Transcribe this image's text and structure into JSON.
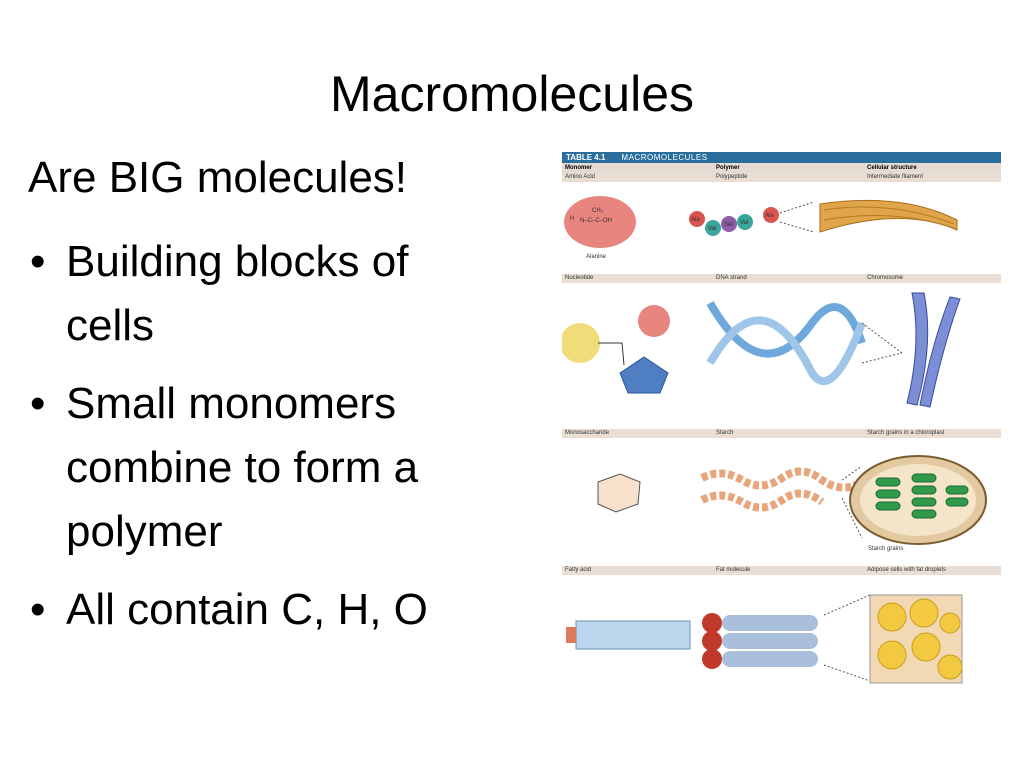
{
  "slide": {
    "title": "Macromolecules",
    "intro": "Are BIG molecules!",
    "bullets": [
      "Building blocks of cells",
      "Small monomers combine to form a polymer",
      "All contain C, H, O"
    ],
    "bullet_glyph": "•"
  },
  "figure": {
    "table_label": "TABLE 4.1",
    "table_title": "MACROMOLECULES",
    "columns": [
      "Monomer",
      "Polymer",
      "Cellular structure"
    ],
    "rows": [
      {
        "monomer": "Amino Acid",
        "polymer": "Polypeptide",
        "structure": "Intermediate filament",
        "caption": "Alanine",
        "beads": [
          "Ala",
          "Val",
          "Ser",
          "Val",
          "Ala"
        ]
      },
      {
        "monomer": "Nucleotide",
        "polymer": "DNA strand",
        "structure": "Chromosome"
      },
      {
        "monomer": "Monosaccharide",
        "polymer": "Starch",
        "structure": "Starch grains in a chloroplast",
        "caption": "Starch grains"
      },
      {
        "monomer": "Fatty acid",
        "polymer": "Fat molecule",
        "structure": "Adipose cells with fat droplets"
      }
    ],
    "colors": {
      "header": "#2a6e9e",
      "row_band": "#e8ded4"
    }
  }
}
